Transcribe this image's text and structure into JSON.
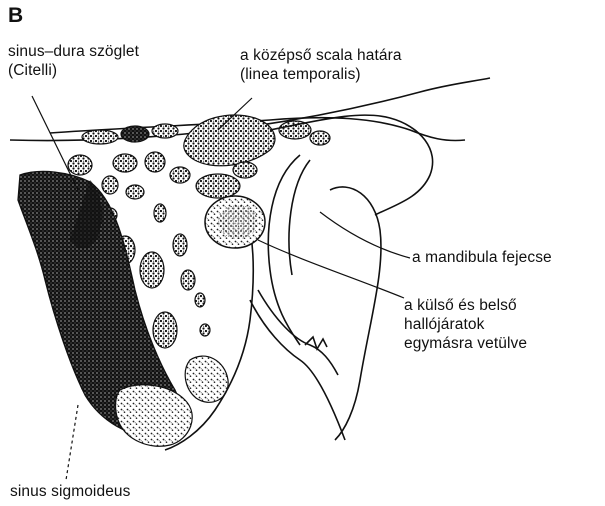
{
  "figure": {
    "panel_letter": "B",
    "labels": {
      "sinus_dura": [
        "sinus–dura szöglet",
        "(Citelli)"
      ],
      "middle_fossa": [
        "a középső scala határa",
        "(linea temporalis)"
      ],
      "mandible_head": "a mandibula fejecse",
      "auditory_canals": [
        "a külső és belső",
        "hallójáratok",
        "egymásra vetülve"
      ],
      "sigmoid_sinus": "sinus sigmoideus"
    }
  },
  "colors": {
    "ink": "#111111",
    "background": "#ffffff",
    "dark_shading": "#1a1a1a"
  }
}
